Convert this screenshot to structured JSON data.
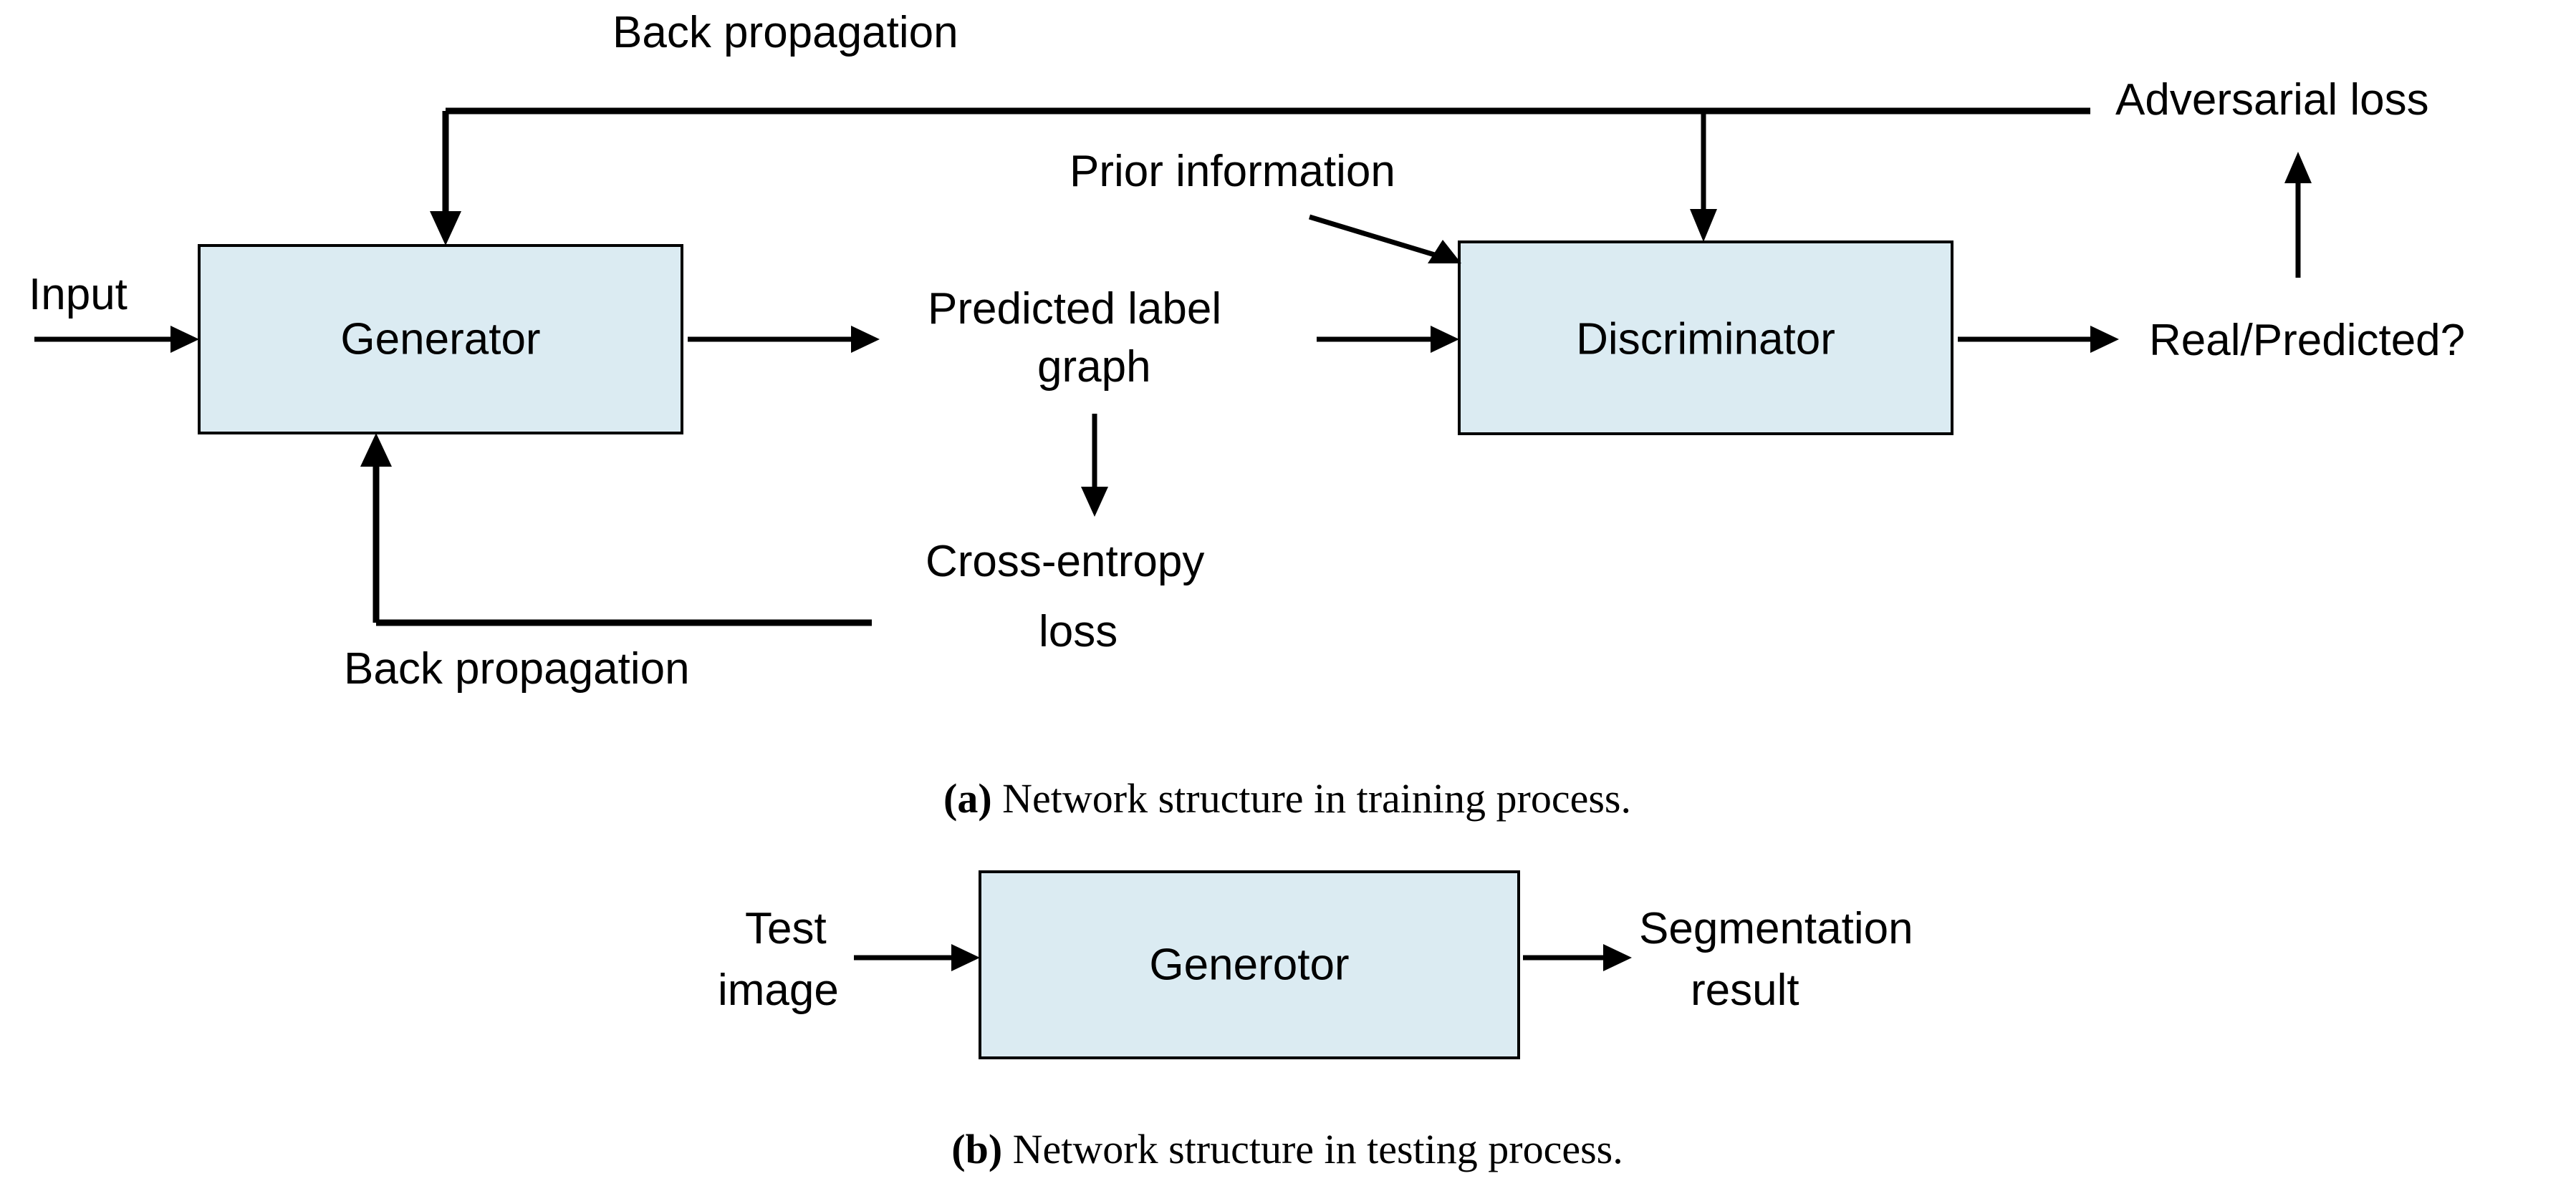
{
  "figure": {
    "background_color": "#ffffff",
    "box_fill_color": "#dbebf2",
    "box_stroke_color": "#000000",
    "line_color": "#000000",
    "text_color": "#000000"
  },
  "panel_a": {
    "caption_tag": "(a)",
    "caption_text": " Network structure in training process.",
    "boxes": [
      {
        "id": "generator",
        "label": "Generator"
      },
      {
        "id": "discriminator",
        "label": "Discriminator"
      }
    ],
    "labels": {
      "input": "Input",
      "back_propagation_top": "Back propagation",
      "back_propagation_bottom": "Back propagation",
      "prior_information": "Prior information",
      "predicted_label_line1": "Predicted label",
      "predicted_label_line2": "graph",
      "cross_entropy_line1": "Cross-entropy",
      "cross_entropy_line2": "loss",
      "adversarial_loss": "Adversarial loss",
      "real_predicted": "Real/Predicted?"
    }
  },
  "panel_b": {
    "caption_tag": "(b)",
    "caption_text": " Network structure in testing process.",
    "boxes": [
      {
        "id": "generotor",
        "label": "Generotor"
      }
    ],
    "labels": {
      "test_image_line1": "Test",
      "test_image_line2": "image",
      "segmentation_result_line1": "Segmentation",
      "segmentation_result_line2": "result"
    }
  }
}
